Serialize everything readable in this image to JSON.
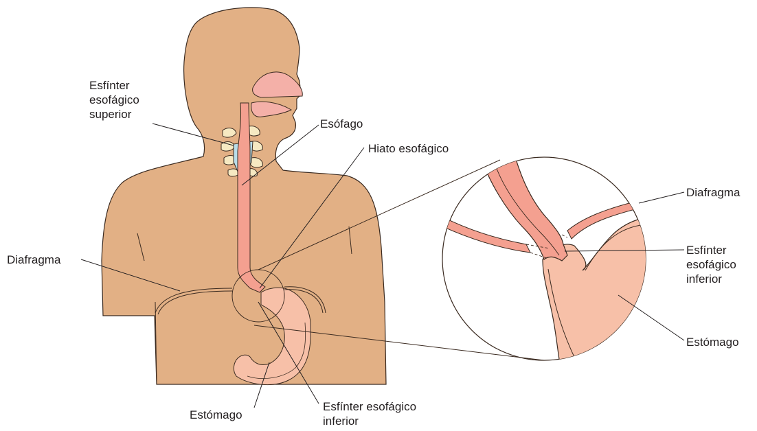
{
  "labels": {
    "upper_sphincter": "Esfínter\nesofágico\nsuperior",
    "esophagus": "Esófago",
    "hiatus": "Hiato esofágico",
    "diaphragm_left": "Diafragma",
    "stomach_bottom": "Estómago",
    "lower_sphincter_bottom": "Esfínter esofágico\ninferior",
    "diaphragm_right": "Diafragma",
    "lower_sphincter_right": "Esfínter\nesofágico\ninferior",
    "stomach_right": "Estómago"
  },
  "colors": {
    "skin": "#e2b085",
    "esophagus": "#f4a090",
    "stomach": "#f7c0a8",
    "cartilage": "#b9dde9",
    "vertebra": "#f6e9c2",
    "outline": "#3a2a20"
  }
}
